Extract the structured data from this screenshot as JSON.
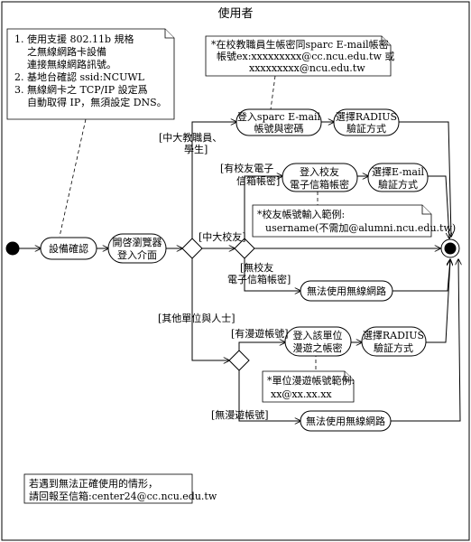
{
  "title": "使用者",
  "notes": {
    "requirements": [
      "1. 使用支援 802.11b 規格",
      "之無線網路卡設備",
      "連接無線網路訊號。",
      "2. 基地台確認 ssid:NCUWL",
      "3. 無線網卡之 TCP/IP 設定爲",
      "自動取得 IP，無須設定 DNS。"
    ],
    "staff_account": [
      "*在校教職員生帳密同sparc E-mail帳密",
      "帳號ex:xxxxxxxxx@cc.ncu.edu.tw 或",
      "xxxxxxxxx@ncu.edu.tw"
    ],
    "alumni_account": [
      "*校友帳號輸入範例:",
      "username(不需加@alumni.ncu.edu.tw)"
    ],
    "roaming_account": [
      "*單位漫遊帳號範例:",
      "xx@xx.xx.xx"
    ],
    "contact": [
      "若遇到無法正確使用的情形，",
      "請回報至信箱:center24@cc.ncu.edu.tw"
    ]
  },
  "activities": {
    "device_check": "設備確認",
    "open_browser": [
      "開啓瀏覽器",
      "登入介面"
    ],
    "login_sparc": [
      "登入sparc E-mail",
      "帳號與密碼"
    ],
    "select_radius_1": [
      "選擇RADIUS",
      "驗証方式"
    ],
    "login_alumni": [
      "登入校友",
      "電子信箱帳密"
    ],
    "select_email": [
      "選擇E-mail",
      "驗証方式"
    ],
    "no_wireless_1": "無法使用無線網路",
    "login_roaming": [
      "登入該單位",
      "漫遊之帳密"
    ],
    "select_radius_2": [
      "選擇RADIUS",
      "驗証方式"
    ],
    "no_wireless_2": "無法使用無線網路"
  },
  "guards": {
    "staff": [
      "[中大教職員、",
      "學生]"
    ],
    "alumni": "[中大校友]",
    "has_alumni_email": [
      "[有校友電子",
      "信箱帳密]"
    ],
    "no_alumni_email": [
      "[無校友",
      "電子信箱帳密]"
    ],
    "other": "[其他單位與人士]",
    "has_roaming": "[有漫遊帳號]",
    "no_roaming": "[無漫遊帳號]"
  }
}
